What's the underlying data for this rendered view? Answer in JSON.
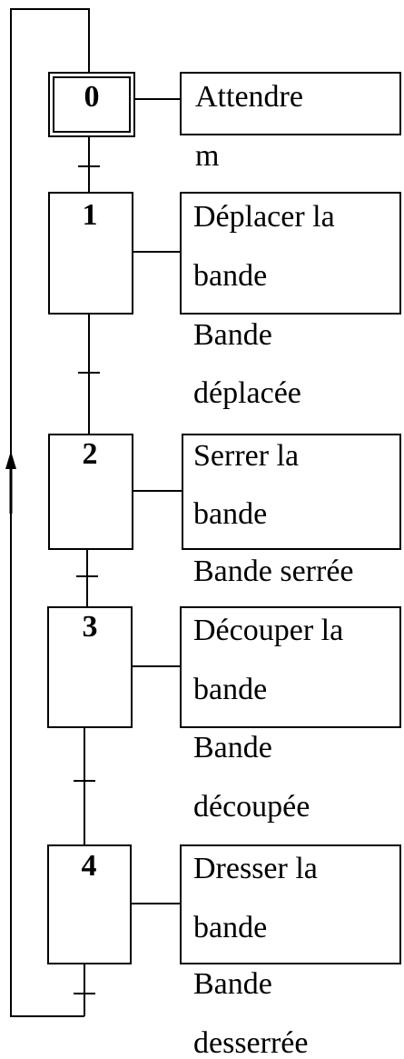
{
  "steps": [
    {
      "number": "0",
      "action": [
        "Attendre"
      ]
    },
    {
      "number": "1",
      "action": [
        "Déplacer la",
        "bande"
      ]
    },
    {
      "number": "2",
      "action": [
        "Serrer la",
        "bande"
      ]
    },
    {
      "number": "3",
      "action": [
        "Découper la",
        "bande"
      ]
    },
    {
      "number": "4",
      "action": [
        "Dresser la",
        "bande"
      ]
    }
  ],
  "transitions": [
    {
      "condition": [
        "m"
      ]
    },
    {
      "condition": [
        "Bande",
        "déplacée"
      ]
    },
    {
      "condition": [
        "Bande serrée"
      ]
    },
    {
      "condition": [
        "Bande",
        "découpée"
      ]
    },
    {
      "condition": [
        "Bande",
        "desserrée"
      ]
    }
  ],
  "loop_arrow": "up-arrow"
}
